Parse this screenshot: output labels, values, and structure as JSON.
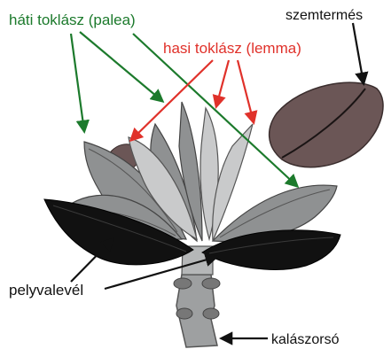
{
  "labels": {
    "palea": "háti toklász (palea)",
    "lemma": "hasi toklász (lemma)",
    "grain": "szemtermés",
    "glume": "pelyvalevél",
    "rachis": "kalászorsó"
  },
  "colors": {
    "palea_label": "#1c7a2c",
    "palea_arrow": "#1c7a2c",
    "lemma_label": "#e0312a",
    "lemma_arrow": "#e0312a",
    "black_label": "#111111",
    "black_arrow": "#111111",
    "grain_fill": "#6b5656",
    "glume_fill": "#111111",
    "palea_fill": "#8f9192",
    "lemma_fill": "#c9cacb",
    "rachis_fill": "#9ea0a1"
  }
}
